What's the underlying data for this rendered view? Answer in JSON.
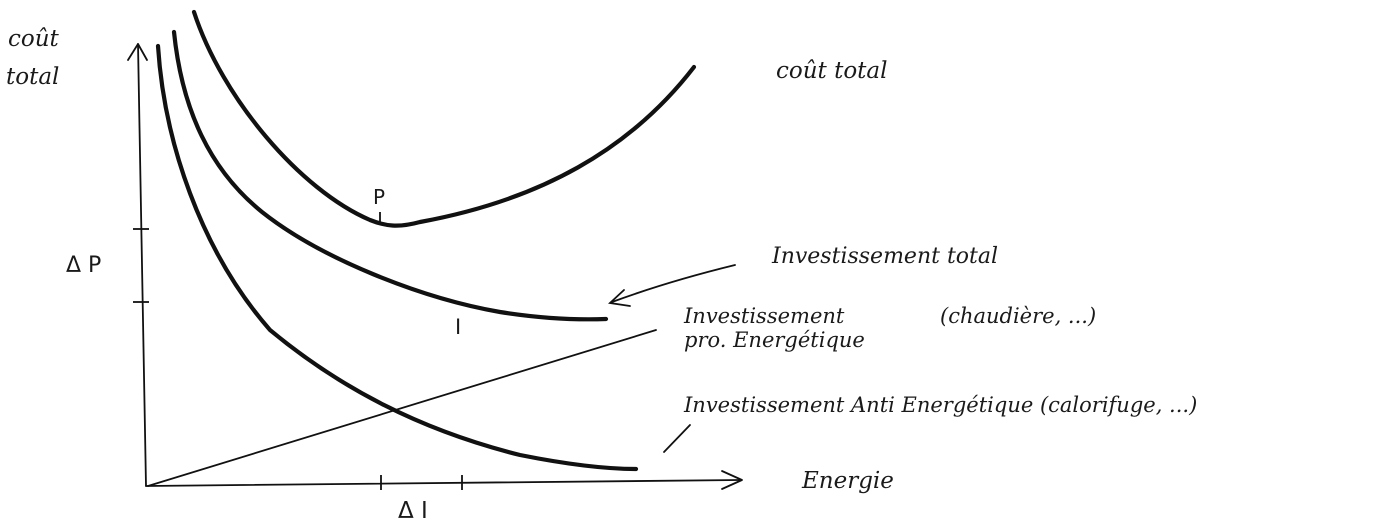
{
  "axes": {
    "y_label_line1": "coût",
    "y_label_line2": "total",
    "x_label": "Energie",
    "y_tick_label": "Δ P",
    "x_tick_label": "Δ I"
  },
  "points": {
    "optimum": "P",
    "investment_point": "I"
  },
  "legend": {
    "total_cost": "coût total",
    "total_investment": "Investissement total",
    "pro_energy_line1": "Investissement",
    "pro_energy_examples": "(chaudière, ...)",
    "pro_energy_line2": "pro. Energétique",
    "anti_energy": "Investissement Anti Energétique (calorifuge, ...)"
  },
  "colors": {
    "ink": "#111111",
    "paper": "#ffffff"
  }
}
